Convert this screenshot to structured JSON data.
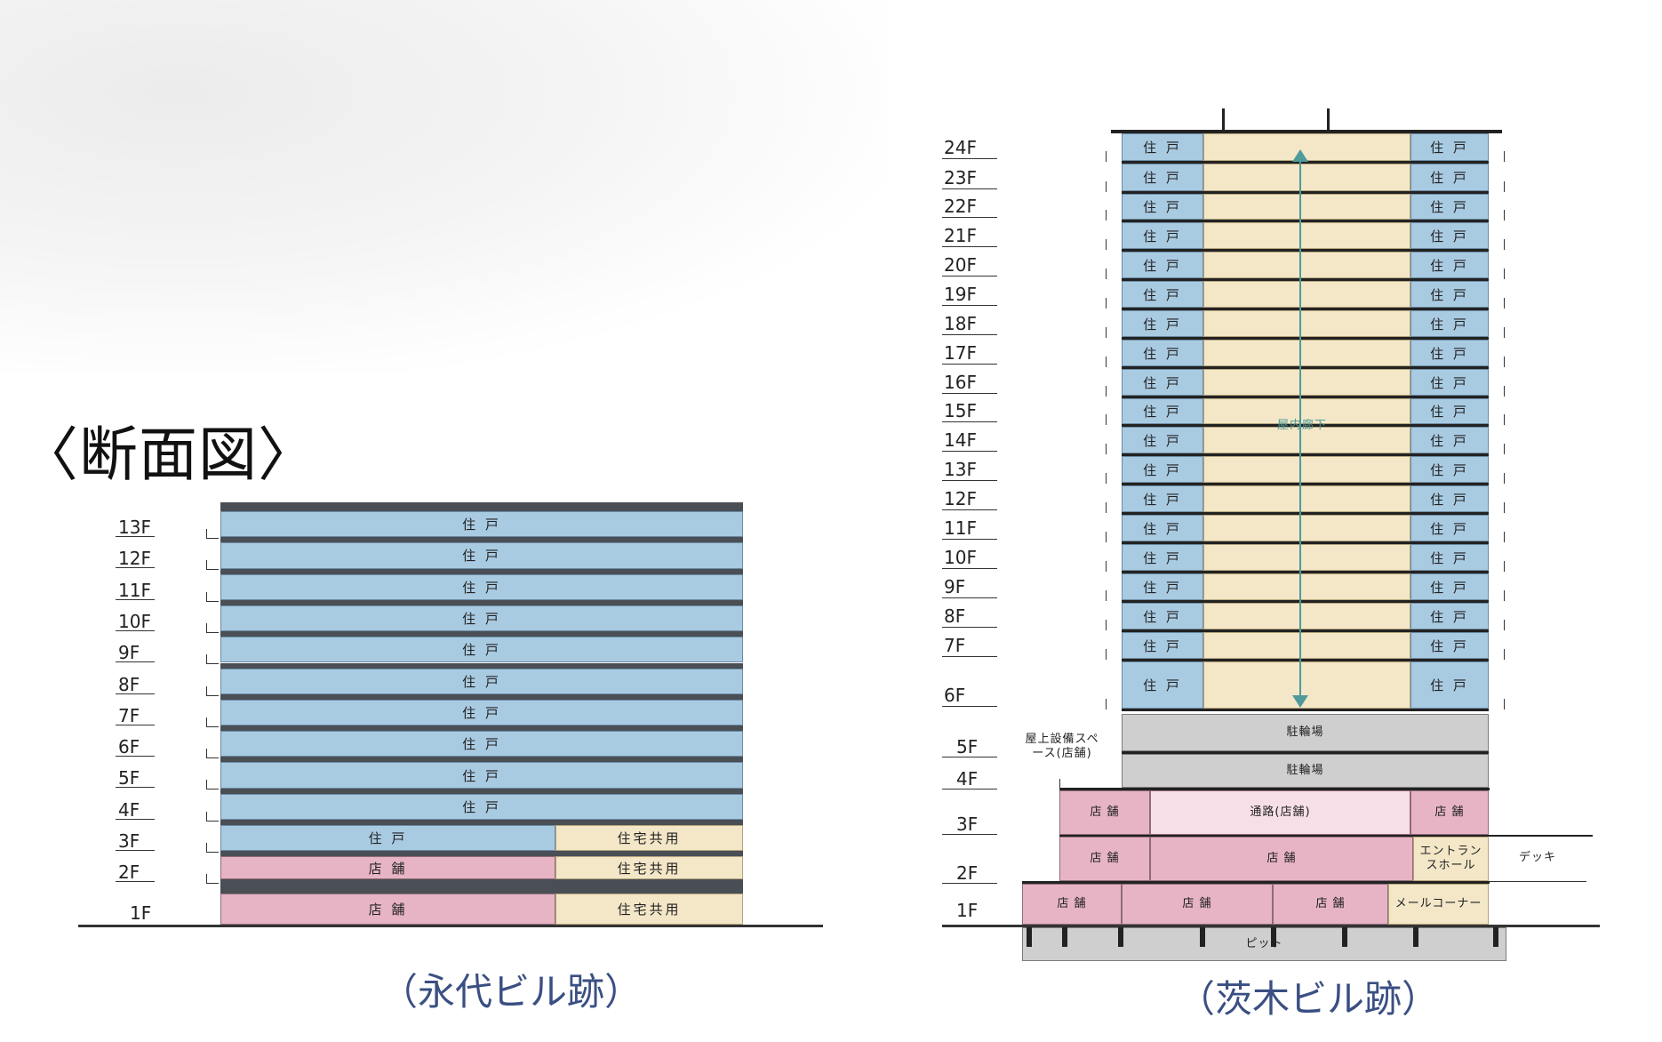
{
  "page": {
    "title": "〈断面図〉",
    "left_caption": "（永代ビル跡）",
    "right_caption": "（茨木ビル跡）"
  },
  "left_building": {
    "floors": [
      "13F",
      "12F",
      "11F",
      "10F",
      "9F",
      "8F",
      "7F",
      "6F",
      "5F",
      "4F",
      "3F",
      "2F",
      "1F"
    ],
    "rooms": {
      "residence": "住 戸",
      "shared": "住宅共用",
      "shop": "店 舗"
    }
  },
  "right_building": {
    "floors": [
      "24F",
      "23F",
      "22F",
      "21F",
      "20F",
      "19F",
      "18F",
      "17F",
      "16F",
      "15F",
      "14F",
      "13F",
      "12F",
      "11F",
      "10F",
      "9F",
      "8F",
      "7F",
      "6F",
      "5F",
      "4F",
      "3F",
      "2F",
      "1F"
    ],
    "rooms": {
      "residence": "住 戸",
      "corridor": "屋内廊下",
      "bicycle": "駐輪場",
      "passage": "通路(店舗)",
      "shop": "店 舗",
      "entrance": "エントランスホール",
      "mail": "メールコーナー",
      "pit": "ピット",
      "deck": "デッキ",
      "rooftop": "屋上設備スペース(店舗)"
    }
  },
  "colors": {
    "residence": "#a9cbe2",
    "shared": "#f3e7c8",
    "shop": "#e7b4c5",
    "passage": "#f7dfe8",
    "parking": "#cfcfcf",
    "caption": "#3a4f82"
  }
}
